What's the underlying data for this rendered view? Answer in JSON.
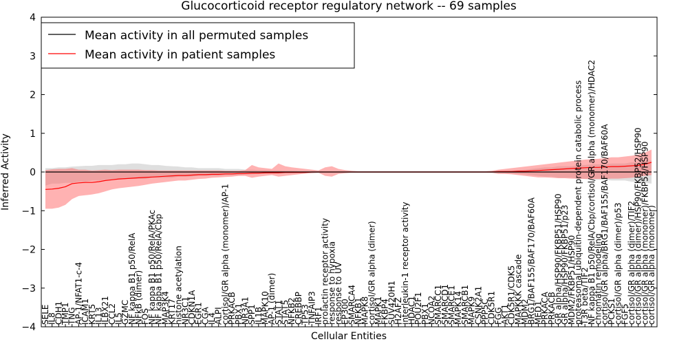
{
  "chart_data": {
    "type": "line",
    "title": "Glucocorticoid receptor regulatory network -- 69 samples",
    "xlabel": "Cellular Entities",
    "ylabel": "Inferred Activity",
    "ylim": [
      -4,
      4
    ],
    "yticks": [
      -4,
      -3,
      -2,
      -1,
      0,
      1,
      2,
      3,
      4
    ],
    "grid": false,
    "legend_position": "top-left",
    "categories": [
      "SELE",
      "IL8",
      "CDH1",
      "TMP1",
      "TNG",
      "AP-1/NFAT1-c-4",
      "ICAM1",
      "KRT5",
      "IL13",
      "ILBX21",
      "CCL2",
      "IL5",
      "GZMC",
      "NF kappa B1 p50/RelA",
      "NFkB (dimer)",
      "FOS",
      "NF kappa B1 p50/RelA/PKAc",
      "NF kappa B1 p50/RelA/Cbp",
      "MAP3K4",
      "KRT17",
      "histone acetylation",
      "NR3C1",
      "CDKN1A",
      "EGR1",
      "CGA",
      "IL4",
      "ALPI",
      "cortisol/GR alpha (monomer)/AP-1",
      "PRKACB",
      "PBX1",
      "NR3A1",
      "SPP1",
      "IL1B",
      "MAPK10",
      "AP-1 (dimer)",
      "STAT1",
      "STAT5",
      "NFKB2",
      "CREBBP",
      "TP53",
      "TNFAIP3",
      "IRF1",
      "prolactin receptor activity",
      "response to hypoxia",
      "response to UV",
      "EP300",
      "SMARCA4",
      "NFKB1",
      "MAPK8",
      "cortisol/GR alpha (dimer)",
      "MAPK1",
      "FKBP4",
      "SUV420H1",
      "H2AFZ",
      "interleukin-1 receptor activity",
      "HDAC1",
      "POU2F1",
      "PBX1",
      "NCOA2",
      "SMARCC1",
      "SMARCD1",
      "SMARCE1",
      "MAPK14",
      "SMARCB1",
      "MAPK9",
      "CSNK2A1",
      "PPP5C",
      "CDK5R1",
      "FGG",
      "AKT1",
      "CDK5R1/CDK5",
      "MAPKKK cascade",
      "MDM2",
      "BRG1/BAF155/BAF170/BAF60A",
      "MED1",
      "PRKACA",
      "PRKACB",
      "GR alpha/HSP90/FKBP51/HSP90",
      "GR alpha/HSP90/FKBP51/p23",
      "MDM2/FKBP51/HSP90",
      "proteasomal ubiquitin-dependent protein catabolic process",
      "T3R beta/TIF2",
      "NF kappa B1 p50/RelA/Cbp/cortisol/GR alpha (monomer)/HDAC2",
      "chromatin remodeling",
      "cortisol/GR alpha/BRG1/BAF155/BAF170/BAF60A",
      "PCKS1",
      "cortisol/GR alpha (dimer)/p53",
      "FGF5",
      "cortisol/GR alpha (dimer)/TIF2",
      "cortisol/GR alpha (dimer)/HSP90/FKBP52/HSP90",
      "cortisol/GR alpha (monomer)/FKBP52/HSP90",
      "cortisol/GR alpha (monomer)"
    ],
    "series": [
      {
        "name": "Mean activity in all permuted samples",
        "color": "#000000",
        "values": [
          0,
          0,
          0,
          0,
          0,
          0,
          0,
          0,
          0,
          0,
          0,
          0,
          0,
          0,
          0,
          0,
          0,
          0,
          0,
          0,
          0,
          0,
          0,
          0,
          0,
          0,
          0,
          0,
          0,
          0,
          0,
          0,
          0,
          0,
          0,
          0,
          0,
          0,
          0,
          0,
          0,
          0,
          0,
          0,
          0,
          0,
          0,
          0,
          0,
          0,
          0,
          0,
          0,
          0,
          0,
          0,
          0,
          0,
          0,
          0,
          0,
          0,
          0,
          0,
          0,
          0,
          0,
          0,
          0,
          0,
          0,
          0,
          0,
          0,
          0,
          0,
          0,
          0,
          0,
          0,
          0,
          0,
          0,
          0,
          0,
          0,
          0,
          0,
          0,
          0,
          0,
          0
        ],
        "band_lower": [
          -0.35,
          -0.3,
          -0.3,
          -0.28,
          -0.28,
          -0.25,
          -0.25,
          -0.22,
          -0.22,
          -0.2,
          -0.2,
          -0.2,
          -0.18,
          -0.18,
          -0.18,
          -0.18,
          -0.15,
          -0.15,
          -0.15,
          -0.15,
          -0.12,
          -0.12,
          -0.12,
          -0.1,
          -0.1,
          -0.1,
          -0.1,
          -0.08,
          -0.08,
          -0.08,
          -0.06,
          -0.06,
          -0.05,
          -0.05,
          -0.04,
          -0.04,
          -0.03,
          -0.03,
          -0.02,
          -0.02,
          -0.02,
          -0.02,
          -0.01,
          -0.01,
          -0.01,
          -0.01,
          -0.01,
          -0.01,
          -0.01,
          -0.01,
          -0.01,
          -0.01,
          -0.01,
          -0.01,
          -0.01,
          -0.01,
          -0.01,
          -0.01,
          -0.01,
          -0.01,
          -0.01,
          -0.01,
          -0.01,
          -0.01,
          -0.01,
          -0.01,
          -0.01,
          -0.02,
          -0.02,
          -0.03,
          -0.04,
          -0.05,
          -0.06,
          -0.08,
          -0.1,
          -0.12,
          -0.12,
          -0.15,
          -0.15,
          -0.15,
          -0.18,
          -0.18,
          -0.2,
          -0.2,
          -0.2,
          -0.22,
          -0.22,
          -0.22,
          -0.25,
          -0.25,
          -0.28,
          -0.3
        ],
        "band_upper": [
          0.1,
          0.1,
          0.12,
          0.12,
          0.14,
          0.15,
          0.16,
          0.16,
          0.18,
          0.18,
          0.18,
          0.2,
          0.2,
          0.22,
          0.22,
          0.2,
          0.18,
          0.18,
          0.16,
          0.15,
          0.14,
          0.12,
          0.12,
          0.1,
          0.1,
          0.1,
          0.1,
          0.08,
          0.08,
          0.08,
          0.06,
          0.06,
          0.05,
          0.05,
          0.04,
          0.04,
          0.03,
          0.03,
          0.02,
          0.02,
          0.02,
          0.02,
          0.01,
          0.01,
          0.01,
          0.01,
          0.01,
          0.01,
          0.01,
          0.01,
          0.01,
          0.01,
          0.01,
          0.01,
          0.01,
          0.01,
          0.01,
          0.01,
          0.01,
          0.01,
          0.01,
          0.01,
          0.01,
          0.01,
          0.01,
          0.01,
          0.01,
          0.02,
          0.02,
          0.03,
          0.04,
          0.05,
          0.06,
          0.08,
          0.1,
          0.12,
          0.12,
          0.15,
          0.15,
          0.15,
          0.18,
          0.18,
          0.2,
          0.2,
          0.2,
          0.22,
          0.22,
          0.22,
          0.25,
          0.25,
          0.28,
          0.3
        ]
      },
      {
        "name": "Mean activity in patient samples",
        "color": "#ff0000",
        "values": [
          -0.45,
          -0.44,
          -0.42,
          -0.38,
          -0.3,
          -0.28,
          -0.27,
          -0.27,
          -0.25,
          -0.22,
          -0.2,
          -0.18,
          -0.17,
          -0.16,
          -0.15,
          -0.14,
          -0.13,
          -0.12,
          -0.11,
          -0.1,
          -0.09,
          -0.09,
          -0.08,
          -0.07,
          -0.07,
          -0.06,
          -0.06,
          -0.05,
          -0.05,
          -0.04,
          -0.04,
          -0.03,
          -0.03,
          -0.02,
          -0.02,
          -0.02,
          -0.01,
          -0.01,
          -0.01,
          -0.01,
          0,
          0,
          0,
          0,
          0,
          0,
          0,
          0,
          0,
          0,
          0,
          0,
          0,
          0,
          0,
          0,
          0,
          0,
          0,
          0,
          0,
          0,
          0,
          0,
          0,
          0,
          0,
          0,
          0.01,
          0.01,
          0.01,
          0.02,
          0.02,
          0.03,
          0.04,
          0.05,
          0.06,
          0.07,
          0.08,
          0.09,
          0.1,
          0.11,
          0.12,
          0.12,
          0.13,
          0.14,
          0.14,
          0.15,
          0.16,
          0.17,
          0.2,
          0.25
        ],
        "band_lower": [
          -0.95,
          -0.95,
          -0.92,
          -0.85,
          -0.7,
          -0.62,
          -0.6,
          -0.58,
          -0.55,
          -0.5,
          -0.45,
          -0.42,
          -0.4,
          -0.38,
          -0.36,
          -0.33,
          -0.3,
          -0.28,
          -0.26,
          -0.24,
          -0.22,
          -0.22,
          -0.2,
          -0.18,
          -0.17,
          -0.15,
          -0.14,
          -0.13,
          -0.12,
          -0.1,
          -0.1,
          -0.15,
          -0.12,
          -0.1,
          -0.08,
          -0.12,
          -0.1,
          -0.08,
          -0.06,
          -0.04,
          -0.03,
          -0.02,
          -0.1,
          -0.12,
          -0.05,
          -0.03,
          -0.02,
          -0.02,
          -0.02,
          -0.02,
          -0.02,
          -0.02,
          -0.02,
          -0.02,
          -0.02,
          -0.02,
          -0.02,
          -0.02,
          -0.02,
          -0.02,
          -0.02,
          -0.02,
          -0.02,
          -0.02,
          -0.02,
          -0.02,
          -0.02,
          -0.02,
          -0.05,
          -0.05,
          -0.06,
          -0.08,
          -0.1,
          -0.12,
          -0.14,
          -0.14,
          -0.15,
          -0.16,
          -0.16,
          -0.17,
          -0.17,
          -0.18,
          -0.18,
          -0.18,
          -0.18,
          -0.17,
          -0.17,
          -0.16,
          -0.15,
          -0.12,
          -0.1,
          -0.08
        ],
        "band_upper": [
          0.05,
          0.07,
          0.08,
          0.08,
          0.1,
          0.06,
          0.06,
          0.04,
          0.05,
          0.06,
          0.05,
          0.06,
          0.06,
          0.06,
          0.06,
          0.05,
          0.05,
          0.04,
          0.04,
          0.04,
          0.04,
          0.04,
          0.04,
          0.04,
          0.04,
          0.04,
          0.04,
          0.03,
          0.03,
          0.03,
          0.05,
          0.18,
          0.12,
          0.1,
          0.08,
          0.22,
          0.15,
          0.12,
          0.1,
          0.08,
          0.06,
          0.04,
          0.12,
          0.15,
          0.08,
          0.05,
          0.03,
          0.02,
          0.02,
          0.02,
          0.02,
          0.02,
          0.02,
          0.02,
          0.02,
          0.02,
          0.02,
          0.02,
          0.02,
          0.02,
          0.02,
          0.02,
          0.02,
          0.02,
          0.02,
          0.02,
          0.02,
          0.03,
          0.06,
          0.08,
          0.1,
          0.12,
          0.14,
          0.16,
          0.18,
          0.2,
          0.22,
          0.24,
          0.26,
          0.28,
          0.3,
          0.32,
          0.33,
          0.34,
          0.36,
          0.38,
          0.38,
          0.4,
          0.42,
          0.45,
          0.5,
          0.58
        ]
      }
    ]
  }
}
